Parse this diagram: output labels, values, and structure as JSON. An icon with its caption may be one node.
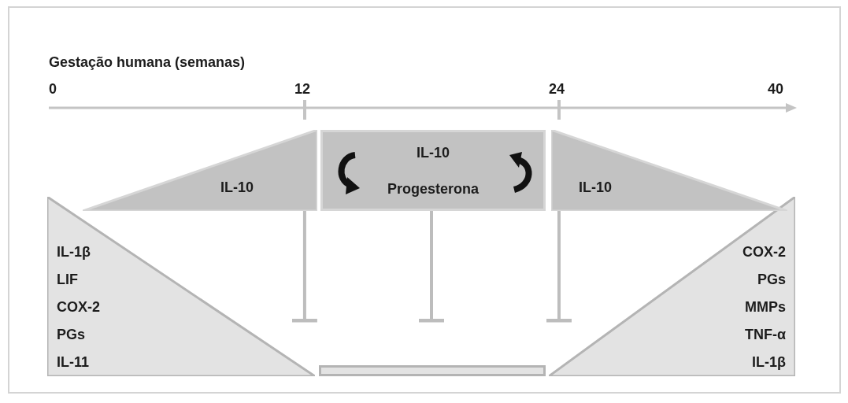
{
  "diagram": {
    "nodes": [
      {
        "text": [
          "IL-10"
        ]
      },
      {
        "text": [
          "IL-10",
          "Progesterona"
        ]
      },
      {
        "text": [
          "IL-10"
        ]
      },
      {
        "text": [
          "IL-1β",
          "LIF",
          "COX-2",
          "PGs",
          "IL-11"
        ]
      },
      {
        "text": [],
        "shape": "bar"
      },
      {
        "text": [
          "COX-2",
          "PGs",
          "MMPs",
          "TNF-α",
          "IL-1β"
        ]
      }
    ],
    "edges": [
      {
        "from": 0,
        "to": null,
        "arrow": "other"
      },
      {
        "from": 1,
        "to": null,
        "arrow": "other"
      },
      {
        "from": 2,
        "to": null,
        "arrow": "other"
      }
    ],
    "labels": [
      "Gestação humana (semanas)",
      "0",
      "12",
      "24",
      "40"
    ]
  }
}
